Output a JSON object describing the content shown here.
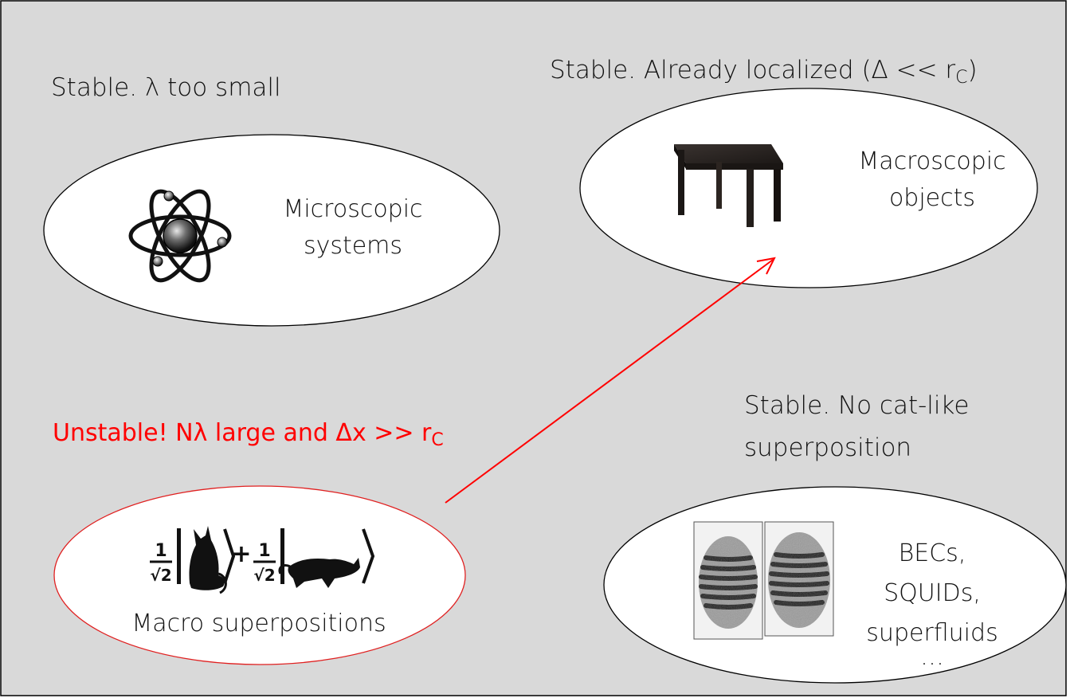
{
  "colors": {
    "panel_bg": "#d9d9d9",
    "panel_border": "#000000",
    "ellipse_fill": "#ffffff",
    "unstable_red": "#ff0000",
    "ellipse_red_border": "#e02020"
  },
  "top_left_caption": "Stable. λ too small",
  "top_right_caption": {
    "prefix": "Stable. Already localized (Δ << r",
    "subscript": "C",
    "suffix": ")"
  },
  "bottom_right_caption": {
    "line1": "Stable. No cat-like",
    "line2": "superposition"
  },
  "unstable_caption": {
    "prefix": "Unstable! Nλ large and Δx >> r",
    "subscript": "C"
  },
  "ellipses": {
    "microscopic": {
      "line1": "Microscopic",
      "line2": "systems",
      "icon": "atom-icon"
    },
    "macroscopic": {
      "line1": "Macroscopic",
      "line2": "objects",
      "icon": "table-icon"
    },
    "macro_superposition": {
      "label": "Macro superpositions",
      "icon": "schrodinger-cat-state-icon",
      "fraction_numerator": "1",
      "fraction_denominator": "√2",
      "plus": "+"
    },
    "condensates": {
      "line1": "BECs,",
      "line2": "SQUIDs,",
      "line3": "superfluids",
      "line4": "…",
      "icon": "interference-fringes-image"
    }
  },
  "arrow": {
    "from": "macro_superposition",
    "to": "macroscopic",
    "color": "#ff0000"
  }
}
